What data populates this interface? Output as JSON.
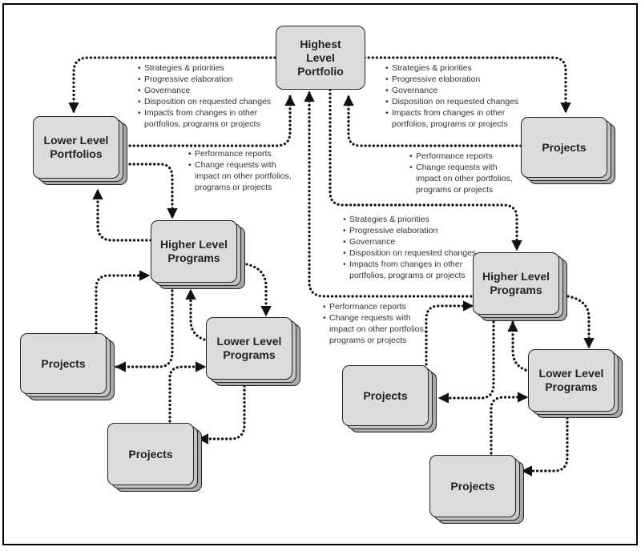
{
  "diagram": {
    "title": "",
    "nodes": {
      "highest_portfolio": {
        "label": "Highest\nLevel\nPortfolio"
      },
      "lower_portfolios": {
        "label": "Lower Level\nPortfolios"
      },
      "projects_top_right": {
        "label": "Projects"
      },
      "higher_programs_left": {
        "label": "Higher Level\nPrograms"
      },
      "lower_programs_left": {
        "label": "Lower Level\nPrograms"
      },
      "projects_left_a": {
        "label": "Projects"
      },
      "projects_left_b": {
        "label": "Projects"
      },
      "higher_programs_right": {
        "label": "Higher Level\nPrograms"
      },
      "lower_programs_right": {
        "label": "Lower Level\nPrograms"
      },
      "projects_right_a": {
        "label": "Projects"
      },
      "projects_right_b": {
        "label": "Projects"
      }
    },
    "downward_items": [
      "Strategies & priorities",
      "Progressive elaboration",
      "Governance",
      "Disposition on requested changes",
      "Impacts from changes in other",
      "portfolios, programs or projects"
    ],
    "upward_items": [
      "Performance reports",
      "Change requests with",
      "impact on other portfolios,",
      "programs or projects"
    ]
  }
}
